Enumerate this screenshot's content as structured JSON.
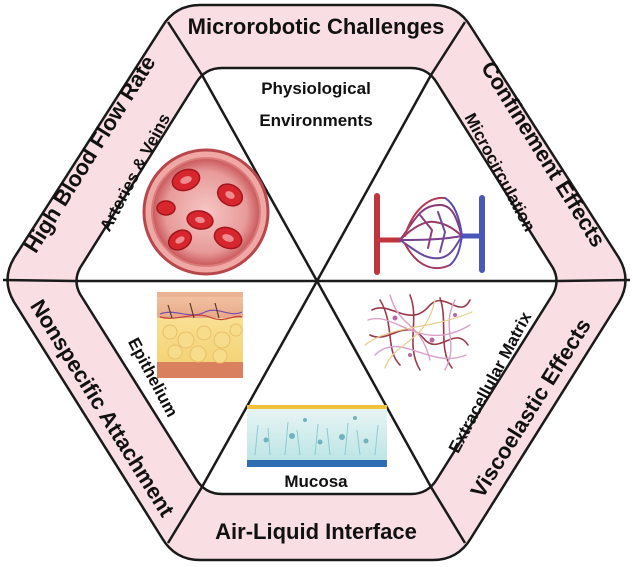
{
  "diagram": {
    "outer_ring": {
      "top": "Microrobotic Challenges",
      "upper_right": "Confinement Effects",
      "lower_right": "Viscoelastic Effects",
      "bottom": "Air-Liquid Interface",
      "lower_left": "Nonspecific Attachment",
      "upper_left": "High Blood Flow Rate"
    },
    "center_title": {
      "line1": "Physiological",
      "line2": "Environments"
    },
    "sectors": {
      "upper_left": "Arteries & Veins",
      "upper_right": "Microcirculation",
      "lower_right": "Extracellular Matrix",
      "bottom": "Mucosa",
      "lower_left": "Epithelium"
    },
    "colors": {
      "ring_fill": "#f9dfe3",
      "outline": "#1a1a1a",
      "artery": "#c0343b",
      "vein": "#4a56b8",
      "blood_cell": "#d8262f"
    }
  }
}
